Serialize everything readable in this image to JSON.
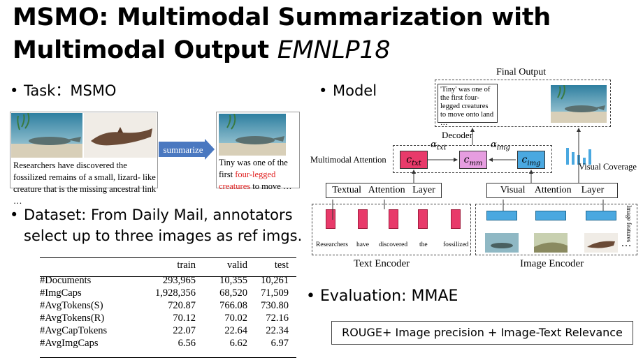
{
  "title": {
    "main": "MSMO: Multimodal Summarization with",
    "line2": "Multimodal Output ",
    "venue": "EMNLP18"
  },
  "task": {
    "bullet": "Task：MSMO",
    "source_text": "Researchers have discovered the fossilized remains of a small, lizard- like creature that is the missing ancestral link …",
    "arrow_label": "summarize",
    "summary_prefix": "Tiny was one of the first ",
    "summary_highlight": "four-legged creatures",
    "summary_suffix": " to move …"
  },
  "dataset": {
    "bullet_line1": "Dataset: From Daily Mail, annotators",
    "bullet_line2": "select up to three images as ref imgs."
  },
  "table": {
    "headers": [
      "",
      "train",
      "valid",
      "test"
    ],
    "rows": [
      [
        "#Documents",
        "293,965",
        "10,355",
        "10,261"
      ],
      [
        "#ImgCaps",
        "1,928,356",
        "68,520",
        "71,509"
      ],
      [
        "#AvgTokens(S)",
        "720.87",
        "766.08",
        "730.80"
      ],
      [
        "#AvgTokens(R)",
        "70.12",
        "70.02",
        "72.16"
      ],
      [
        "#AvgCapTokens",
        "22.07",
        "22.64",
        "22.34"
      ],
      [
        "#AvgImgCaps",
        "6.56",
        "6.62",
        "6.97"
      ]
    ]
  },
  "model": {
    "bullet": "Model",
    "final_output": "Final Output",
    "output_text": "'Tiny' was one of the first four- legged creatures to move onto land …",
    "decoder": "Decoder",
    "multimodal_attention": "Multimodal Attention",
    "c_txt": "ctxt",
    "c_mm": "cmm",
    "c_img": "cimg",
    "alpha_txt": "αtxt",
    "alpha_img": "αimg",
    "visual_coverage": "Visual Coverage",
    "textual_attention": "Textual   Attention   Layer",
    "visual_attention": "Visual    Attention    Layer",
    "image_features": "Image features",
    "words": [
      "Researchers",
      "have",
      "discovered",
      "the",
      "fossilized"
    ],
    "ellipsis": "…",
    "text_encoder": "Text Encoder",
    "image_encoder": "Image Encoder"
  },
  "evaluation": {
    "bullet": "Evaluation: MMAE",
    "box": "ROUGE+ Image precision + Image-Text Relevance"
  },
  "colors": {
    "red_node": "#e83a6a",
    "blue_node": "#4aa8e0",
    "arrow_blue": "#4a78c0",
    "highlight": "#e02020"
  }
}
